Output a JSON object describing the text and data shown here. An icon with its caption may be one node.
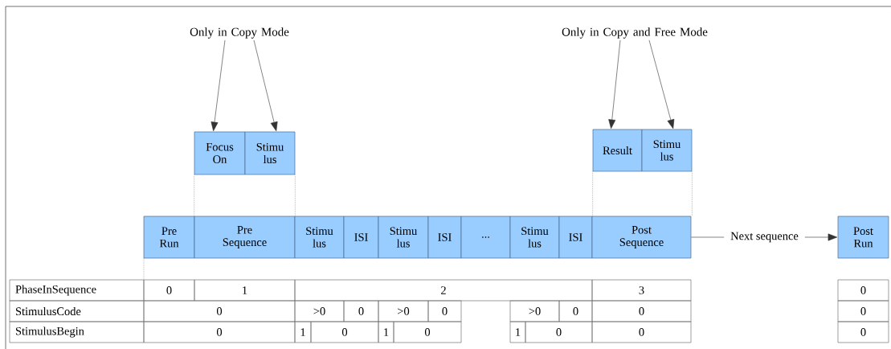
{
  "diagram": {
    "nodes": [
      {
        "text": [
          "Only in Copy Mode"
        ]
      },
      {
        "text": [
          "Focus On"
        ]
      },
      {
        "text": [
          "Stimu lus"
        ]
      },
      {
        "text": [
          "Only in Copy and Free Mode"
        ]
      },
      {
        "text": [
          "Result"
        ]
      },
      {
        "text": [
          "Stimu lus"
        ]
      },
      {
        "text": [
          "Pre Run"
        ]
      },
      {
        "text": [
          "Pre Sequence"
        ]
      },
      {
        "text": [
          "Stimu lus"
        ]
      },
      {
        "text": [
          "ISI"
        ]
      },
      {
        "text": [
          "Stimu lus"
        ]
      },
      {
        "text": [
          "ISI"
        ]
      },
      {
        "text": [
          "..."
        ]
      },
      {
        "text": [
          "Stimu lus"
        ]
      },
      {
        "text": [
          "ISI"
        ]
      },
      {
        "text": [
          "Post Sequence"
        ]
      },
      {
        "text": [
          "Post Run"
        ]
      }
    ],
    "edges": [
      {
        "from": 0,
        "to": 1,
        "arrow": "to"
      },
      {
        "from": 0,
        "to": 2,
        "arrow": "to"
      },
      {
        "from": 3,
        "to": 4,
        "arrow": "to"
      },
      {
        "from": 3,
        "to": 5,
        "arrow": "to"
      },
      {
        "from": 15,
        "to": 16,
        "arrow": "to",
        "label": "Next sequence"
      },
      {
        "from": 1,
        "to": 7,
        "arrow": "none",
        "style": "dashed"
      },
      {
        "from": 2,
        "to": 7,
        "arrow": "none",
        "style": "dashed"
      },
      {
        "from": 4,
        "to": 15,
        "arrow": "none",
        "style": "dashed"
      },
      {
        "from": 5,
        "to": 15,
        "arrow": "none",
        "style": "dashed"
      }
    ],
    "labels": [
      "PhaseInSequence",
      "0",
      "1",
      "2",
      "3",
      "0",
      "StimulusCode",
      "0",
      ">0",
      "0",
      ">0",
      "0",
      ">0",
      "0",
      "0",
      "0",
      "StimulusBegin",
      "0",
      "1",
      "0",
      "1",
      "0",
      "1",
      "0",
      "0",
      "0"
    ]
  }
}
